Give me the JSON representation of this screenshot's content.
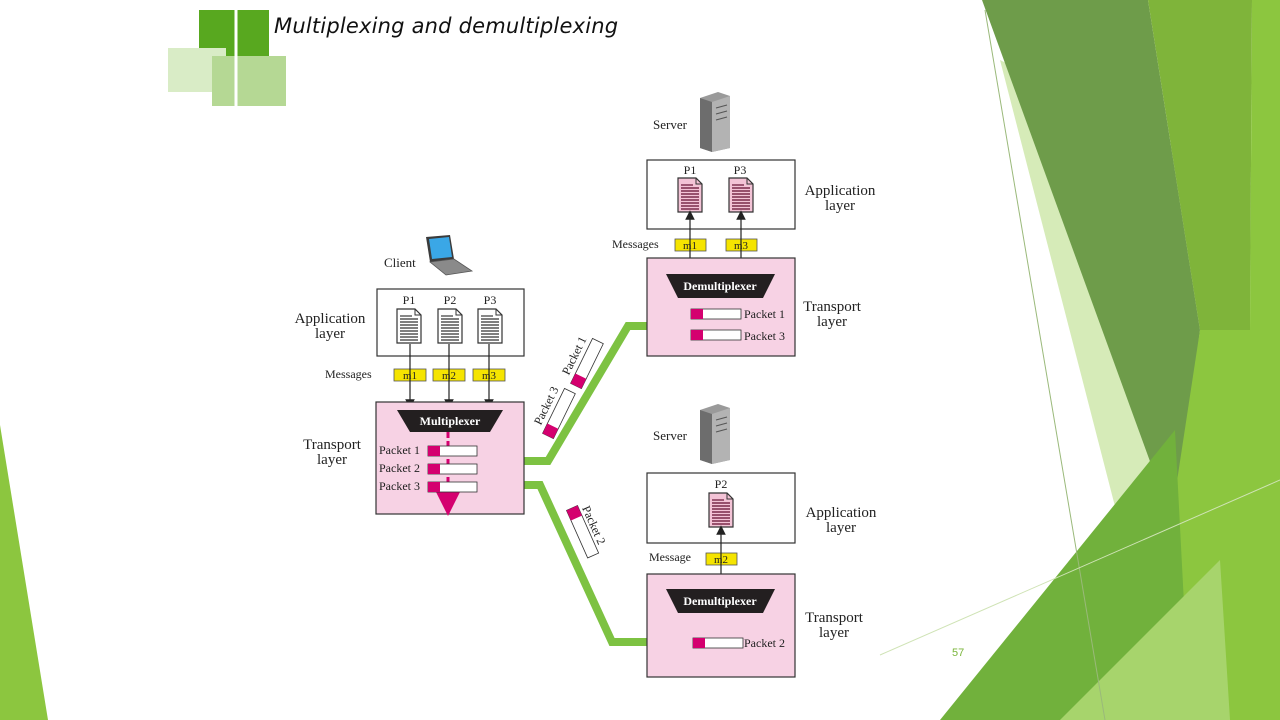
{
  "slide": {
    "title": "Multiplexing and demultiplexing",
    "page_number": "57"
  },
  "diagram": {
    "client": {
      "label": "Client",
      "app_layer_label": [
        "Application",
        "layer"
      ],
      "transport_layer_label": [
        "Transport",
        "layer"
      ],
      "processes": [
        "P1",
        "P2",
        "P3"
      ],
      "messages_label": "Messages",
      "messages": [
        "m1",
        "m2",
        "m3"
      ],
      "multiplexer_label": "Multiplexer",
      "packets": [
        "Packet 1",
        "Packet 2",
        "Packet 3"
      ]
    },
    "server_top": {
      "label": "Server",
      "app_layer_label": [
        "Application",
        "layer"
      ],
      "transport_layer_label": [
        "Transport",
        "layer"
      ],
      "processes": [
        "P1",
        "P3"
      ],
      "messages_label": "Messages",
      "messages": [
        "m1",
        "m3"
      ],
      "demultiplexer_label": "Demultiplexer",
      "packets": [
        "Packet 1",
        "Packet 3"
      ]
    },
    "server_bottom": {
      "label": "Server",
      "app_layer_label": [
        "Application",
        "layer"
      ],
      "transport_layer_label": [
        "Transport",
        "layer"
      ],
      "processes": [
        "P2"
      ],
      "messages_label": "Message",
      "messages": [
        "m2"
      ],
      "demultiplexer_label": "Demultiplexer",
      "packets": [
        "Packet 2"
      ]
    },
    "in_transit": {
      "upper": [
        "Packet 3",
        "Packet 1"
      ],
      "lower": [
        "Packet 2"
      ]
    }
  },
  "colors": {
    "accent_green": "#7dc242",
    "dark_green": "#4a9a25",
    "layer_pink": "#f7d2e4",
    "packet_magenta": "#d4006f",
    "message_yellow": "#f5e400"
  }
}
